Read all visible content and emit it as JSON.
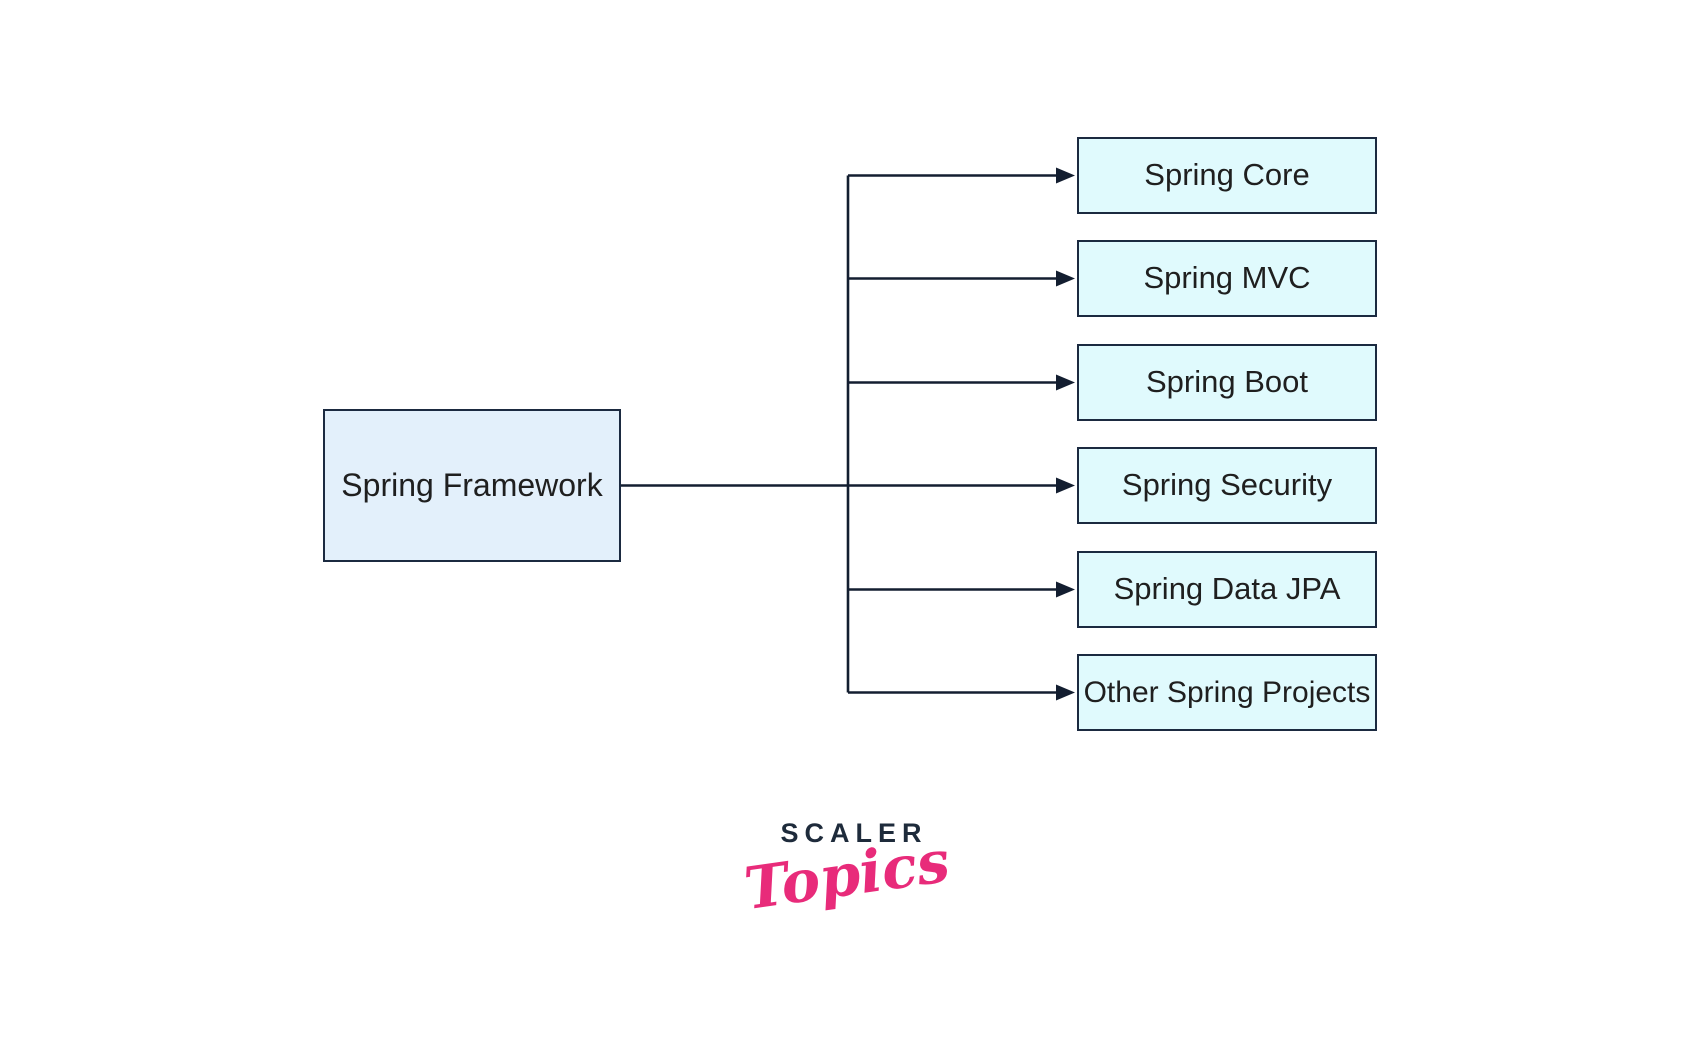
{
  "diagram": {
    "type": "tree",
    "direction": "left-to-right",
    "root": {
      "label": "Spring Framework"
    },
    "children": [
      {
        "label": "Spring Core"
      },
      {
        "label": "Spring MVC"
      },
      {
        "label": "Spring Boot"
      },
      {
        "label": "Spring Security"
      },
      {
        "label": "Spring Data JPA"
      },
      {
        "label": "Other Spring Projects"
      }
    ]
  },
  "logo": {
    "brand": "SCALER",
    "sub": "Topics"
  },
  "colors": {
    "root-fill": "#e3f0fb",
    "child-fill": "#e0fafd",
    "border-navy": "#1b2a40",
    "line-navy": "#131e30",
    "text-dark": "#1f1f1f",
    "brand-navy": "#1e2b3b",
    "accent-pink": "#e82b7a"
  }
}
